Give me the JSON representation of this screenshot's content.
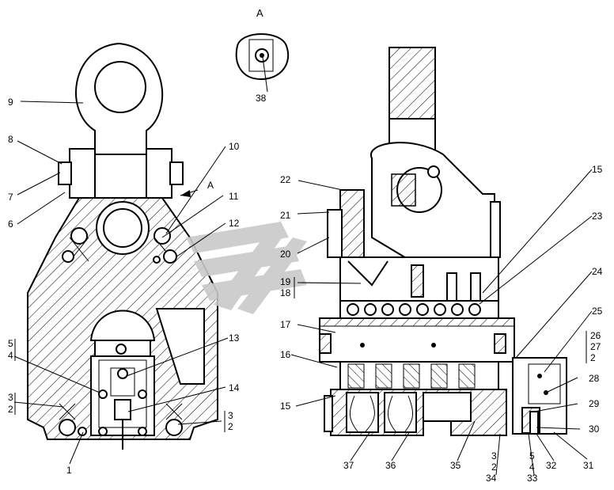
{
  "view_label": "A",
  "arrow_label": "A",
  "callouts": [
    "1",
    "2",
    "3",
    "4",
    "5",
    "6",
    "7",
    "8",
    "9",
    "10",
    "11",
    "12",
    "13",
    "14",
    "15",
    "16",
    "17",
    "18",
    "19",
    "20",
    "21",
    "22",
    "23",
    "24",
    "25",
    "26",
    "27",
    "28",
    "29",
    "30",
    "31",
    "32",
    "33",
    "34",
    "35",
    "36",
    "37",
    "38"
  ],
  "watermark": {
    "color": "#c9c9c9",
    "symbol": "stylized-logo"
  }
}
